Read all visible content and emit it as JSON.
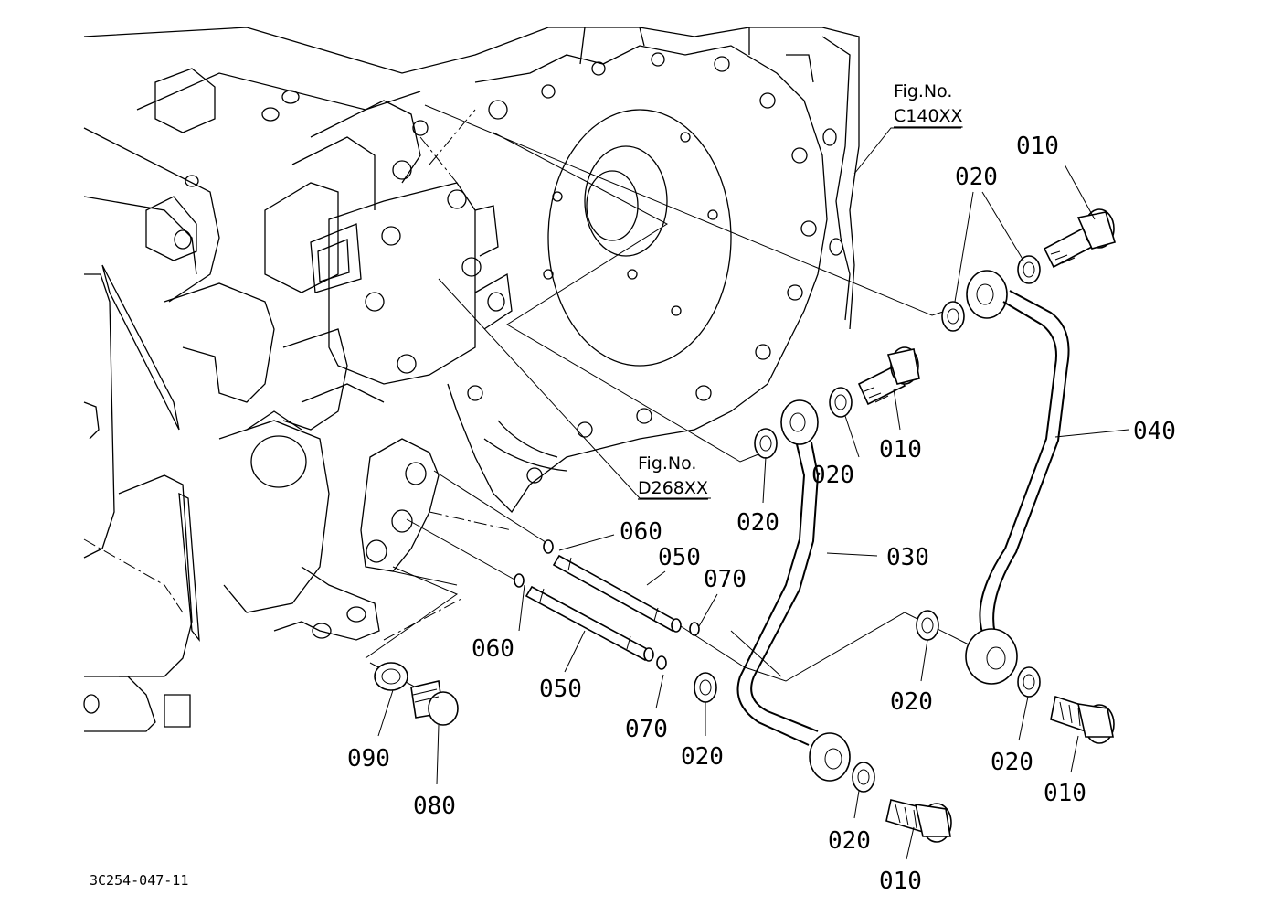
{
  "figure_refs": [
    {
      "id": "ref-c140",
      "line1": "Fig.No.",
      "line2": "C140XX"
    },
    {
      "id": "ref-d268",
      "line1": "Fig.No.",
      "line2": "D268XX"
    }
  ],
  "callouts": [
    {
      "id": "c-010-a",
      "label": "010"
    },
    {
      "id": "c-020-a",
      "label": "020"
    },
    {
      "id": "c-010-b",
      "label": "010"
    },
    {
      "id": "c-020-b",
      "label": "020"
    },
    {
      "id": "c-020-c",
      "label": "020"
    },
    {
      "id": "c-040",
      "label": "040"
    },
    {
      "id": "c-030",
      "label": "030"
    },
    {
      "id": "c-060-a",
      "label": "060"
    },
    {
      "id": "c-050-a",
      "label": "050"
    },
    {
      "id": "c-070-a",
      "label": "070"
    },
    {
      "id": "c-060-b",
      "label": "060"
    },
    {
      "id": "c-050-b",
      "label": "050"
    },
    {
      "id": "c-070-b",
      "label": "070"
    },
    {
      "id": "c-020-d",
      "label": "020"
    },
    {
      "id": "c-020-e",
      "label": "020"
    },
    {
      "id": "c-020-f",
      "label": "020"
    },
    {
      "id": "c-010-c",
      "label": "010"
    },
    {
      "id": "c-020-g",
      "label": "020"
    },
    {
      "id": "c-010-d",
      "label": "010"
    },
    {
      "id": "c-090",
      "label": "090"
    },
    {
      "id": "c-080",
      "label": "080"
    }
  ],
  "drawing_code": "3C254-047-11"
}
